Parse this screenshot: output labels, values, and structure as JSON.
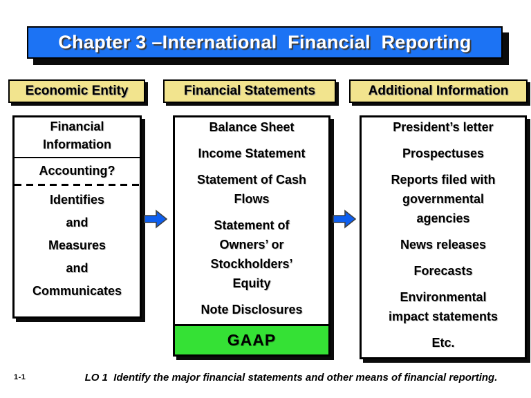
{
  "slide_title": "Chapter 3 –International  Financial  Reporting",
  "headers": {
    "left": "Economic Entity",
    "middle": "Financial Statements",
    "right": "Additional Information"
  },
  "economic_entity": {
    "title_line1": "Financial",
    "title_line2": "Information",
    "question": "Accounting?",
    "actions": [
      "Identifies",
      "and",
      "Measures",
      "and",
      "Communicates"
    ]
  },
  "financial_statements": {
    "items": [
      [
        "Balance Sheet"
      ],
      [
        "Income Statement"
      ],
      [
        "Statement of Cash",
        "Flows"
      ],
      [
        "Statement of",
        "Owners’ or",
        "Stockholders’",
        "Equity"
      ],
      [
        "Note Disclosures"
      ]
    ],
    "gaap_label": "GAAP"
  },
  "additional_information": {
    "items": [
      [
        "President’s letter"
      ],
      [
        "Prospectuses"
      ],
      [
        "Reports filed with",
        "governmental",
        "agencies"
      ],
      [
        "News releases"
      ],
      [
        "Forecasts"
      ],
      [
        "Environmental",
        "impact statements"
      ],
      [
        "Etc."
      ]
    ]
  },
  "footer": {
    "page_label": "1-1",
    "lo_text": "LO 1  Identify the major financial statements and other means of financial reporting."
  },
  "colors": {
    "title_bar_blue": "#1c73f4",
    "arrow_blue": "#0e5ff0",
    "header_yellow": "#f2e48e",
    "gaap_green": "#35e135",
    "shadow_black": "#0b0b0b"
  }
}
